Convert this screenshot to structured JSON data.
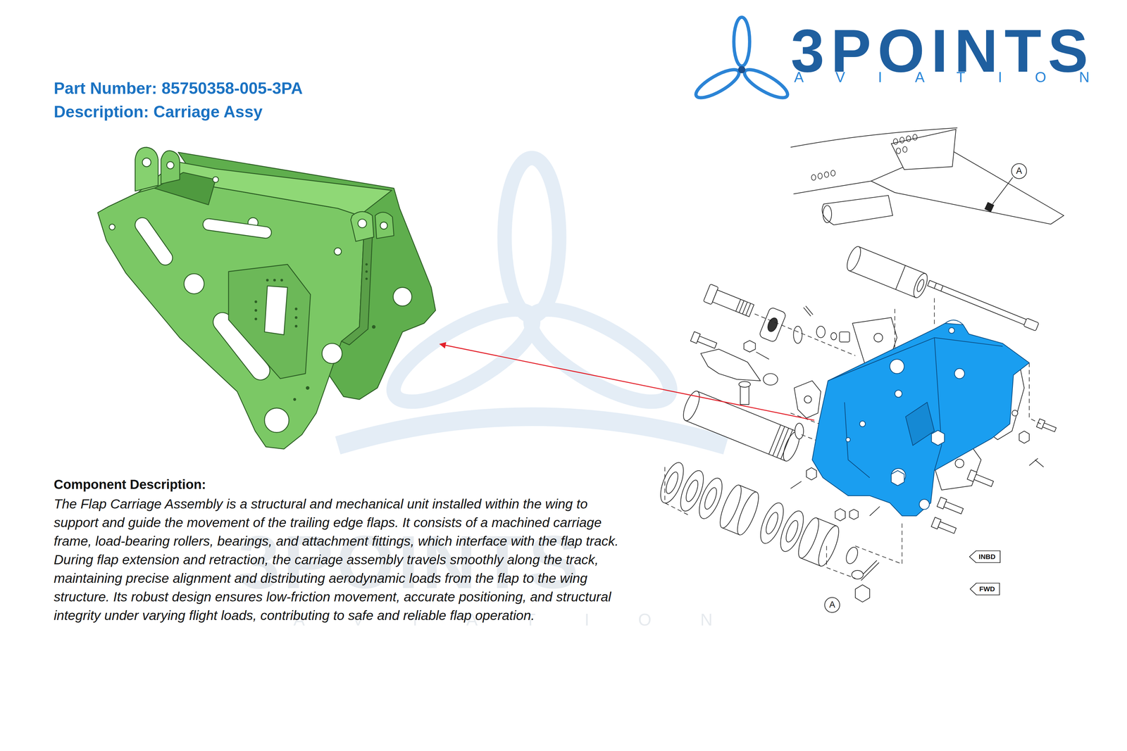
{
  "diagram": {
    "title": "Part Number: 85750358-005-3PA",
    "nodes": [
      {
        "text": [
          "A"
        ]
      },
      {
        "text": [
          "INBD"
        ]
      },
      {
        "text": [
          "FWD"
        ]
      },
      {
        "text": [
          "A"
        ]
      }
    ],
    "labels": [
      "Description: Carriage Assy",
      "3POINTS",
      "AVIATION",
      "3POINTS",
      "AVIATION",
      "Component Description:",
      "The Flap Carriage Assembly is a structural and mechanical unit installed within the wing to support and guide the movement of the trailing edge flaps. It consists of a machined carriage frame, load-bearing rollers, bearings, and attachment fittings, which interface with the flap track. During flap extension and retraction, the carriage assembly travels smoothly along the track, maintaining precise alignment and distributing aerodynamic loads from the flap to the wing structure. Its robust design ensures low-friction movement, accurate positioning, and structural integrity under varying flight loads, contributing to safe and reliable flap operation."
    ]
  }
}
